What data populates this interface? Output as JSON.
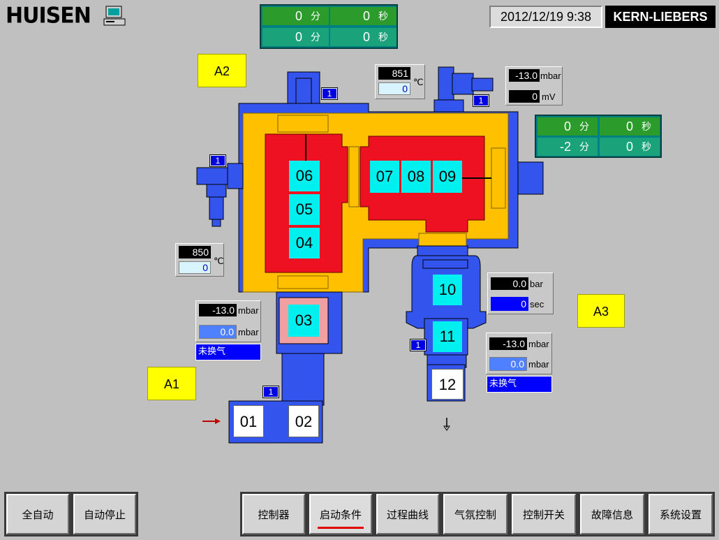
{
  "header": {
    "logo_text": "HUISEN",
    "datetime": "2012/12/19 9:38",
    "brand": "KERN-LIEBERS",
    "top_timer": {
      "row1": {
        "min": "0",
        "min_unit": "分",
        "sec": "0",
        "sec_unit": "秒"
      },
      "row2": {
        "min": "0",
        "min_unit": "分",
        "sec": "0",
        "sec_unit": "秒"
      }
    }
  },
  "right_timer": {
    "row1": {
      "min": "0",
      "min_unit": "分",
      "sec": "0",
      "sec_unit": "秒"
    },
    "row2": {
      "min": "-2",
      "min_unit": "分",
      "sec": "0",
      "sec_unit": "秒"
    }
  },
  "zones": {
    "a1": "A1",
    "a2": "A2",
    "a3": "A3"
  },
  "chambers": {
    "c01": "01",
    "c02": "02",
    "c03": "03",
    "c04": "04",
    "c05": "05",
    "c06": "06",
    "c07": "07",
    "c08": "08",
    "c09": "09",
    "c10": "10",
    "c11": "11",
    "c12": "12"
  },
  "badges": {
    "b_top": "1",
    "b_left": "1",
    "b_motor": "1",
    "b_c11": "1",
    "b_c02": "1"
  },
  "readouts": {
    "temp_top": {
      "pv": "851",
      "sv": "0",
      "unit": "℃"
    },
    "temp_left": {
      "pv": "850",
      "sv": "0",
      "unit": "℃"
    },
    "pressure_top": {
      "v1": "-13.0",
      "u1": "mbar",
      "v2": "0",
      "u2": "mV"
    },
    "pressure_c03": {
      "v1": "-13.0",
      "u1": "mbar",
      "v2": "0.0",
      "u2": "mbar",
      "status": "未换气"
    },
    "c10_panel": {
      "v1": "0.0",
      "u1": "bar",
      "v2": "0",
      "u2": "sec"
    },
    "pressure_c11": {
      "v1": "-13.0",
      "u1": "mbar",
      "v2": "0.0",
      "u2": "mbar",
      "status": "未换气"
    }
  },
  "colors": {
    "vessel_blue": "#3355ee",
    "insulation_yellow": "#ffc000",
    "hot_zone_red": "#ee1122",
    "chamber_cyan": "#00f0f0"
  },
  "buttons": {
    "full_auto": "全自动",
    "auto_stop": "自动停止",
    "controller": "控制器",
    "start_conditions": "启动条件",
    "process_curve": "过程曲线",
    "atmosphere_control": "气氛控制",
    "control_switch": "控制开关",
    "fault_info": "故障信息",
    "system_settings": "系统设置"
  }
}
